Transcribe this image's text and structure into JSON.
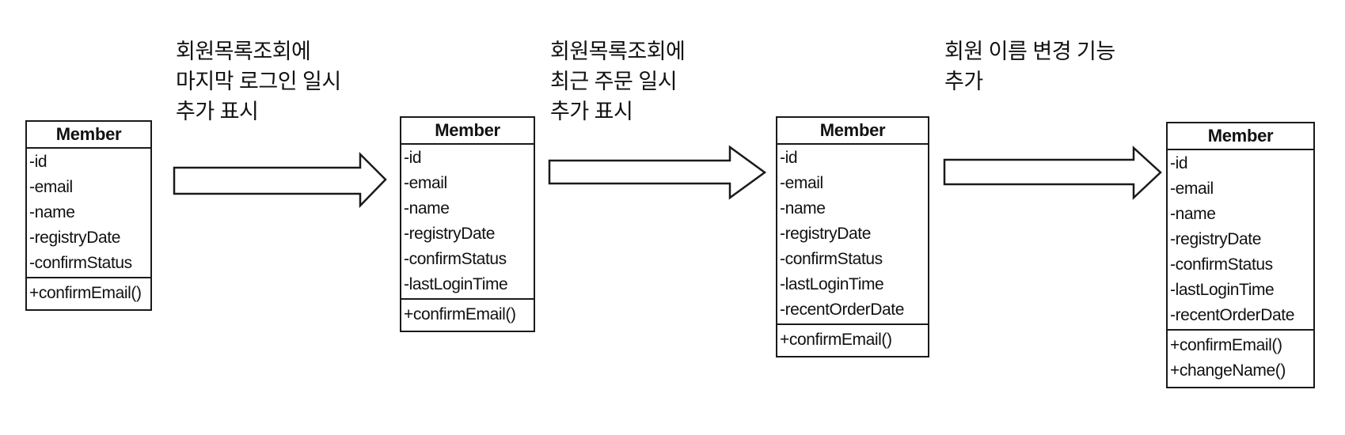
{
  "colors": {
    "stroke": "#1a1a1a",
    "fill": "#ffffff",
    "text": "#111111"
  },
  "annotations": [
    {
      "lines": [
        "회원목록조회에",
        "마지막 로그인 일시",
        "추가 표시"
      ]
    },
    {
      "lines": [
        "회원목록조회에",
        "최근 주문 일시",
        "추가 표시"
      ]
    },
    {
      "lines": [
        "회원 이름 변경 기능",
        "추가"
      ]
    }
  ],
  "classes": [
    {
      "name": "Member",
      "attributes": [
        "-id",
        "-email",
        "-name",
        "-registryDate",
        "-confirmStatus"
      ],
      "operations": [
        "+confirmEmail()"
      ]
    },
    {
      "name": "Member",
      "attributes": [
        "-id",
        "-email",
        "-name",
        "-registryDate",
        "-confirmStatus",
        "-lastLoginTime"
      ],
      "operations": [
        "+confirmEmail()"
      ]
    },
    {
      "name": "Member",
      "attributes": [
        "-id",
        "-email",
        "-name",
        "-registryDate",
        "-confirmStatus",
        "-lastLoginTime",
        "-recentOrderDate"
      ],
      "operations": [
        "+confirmEmail()"
      ]
    },
    {
      "name": "Member",
      "attributes": [
        "-id",
        "-email",
        "-name",
        "-registryDate",
        "-confirmStatus",
        "-lastLoginTime",
        "-recentOrderDate"
      ],
      "operations": [
        "+confirmEmail()",
        "+changeName()"
      ]
    }
  ]
}
